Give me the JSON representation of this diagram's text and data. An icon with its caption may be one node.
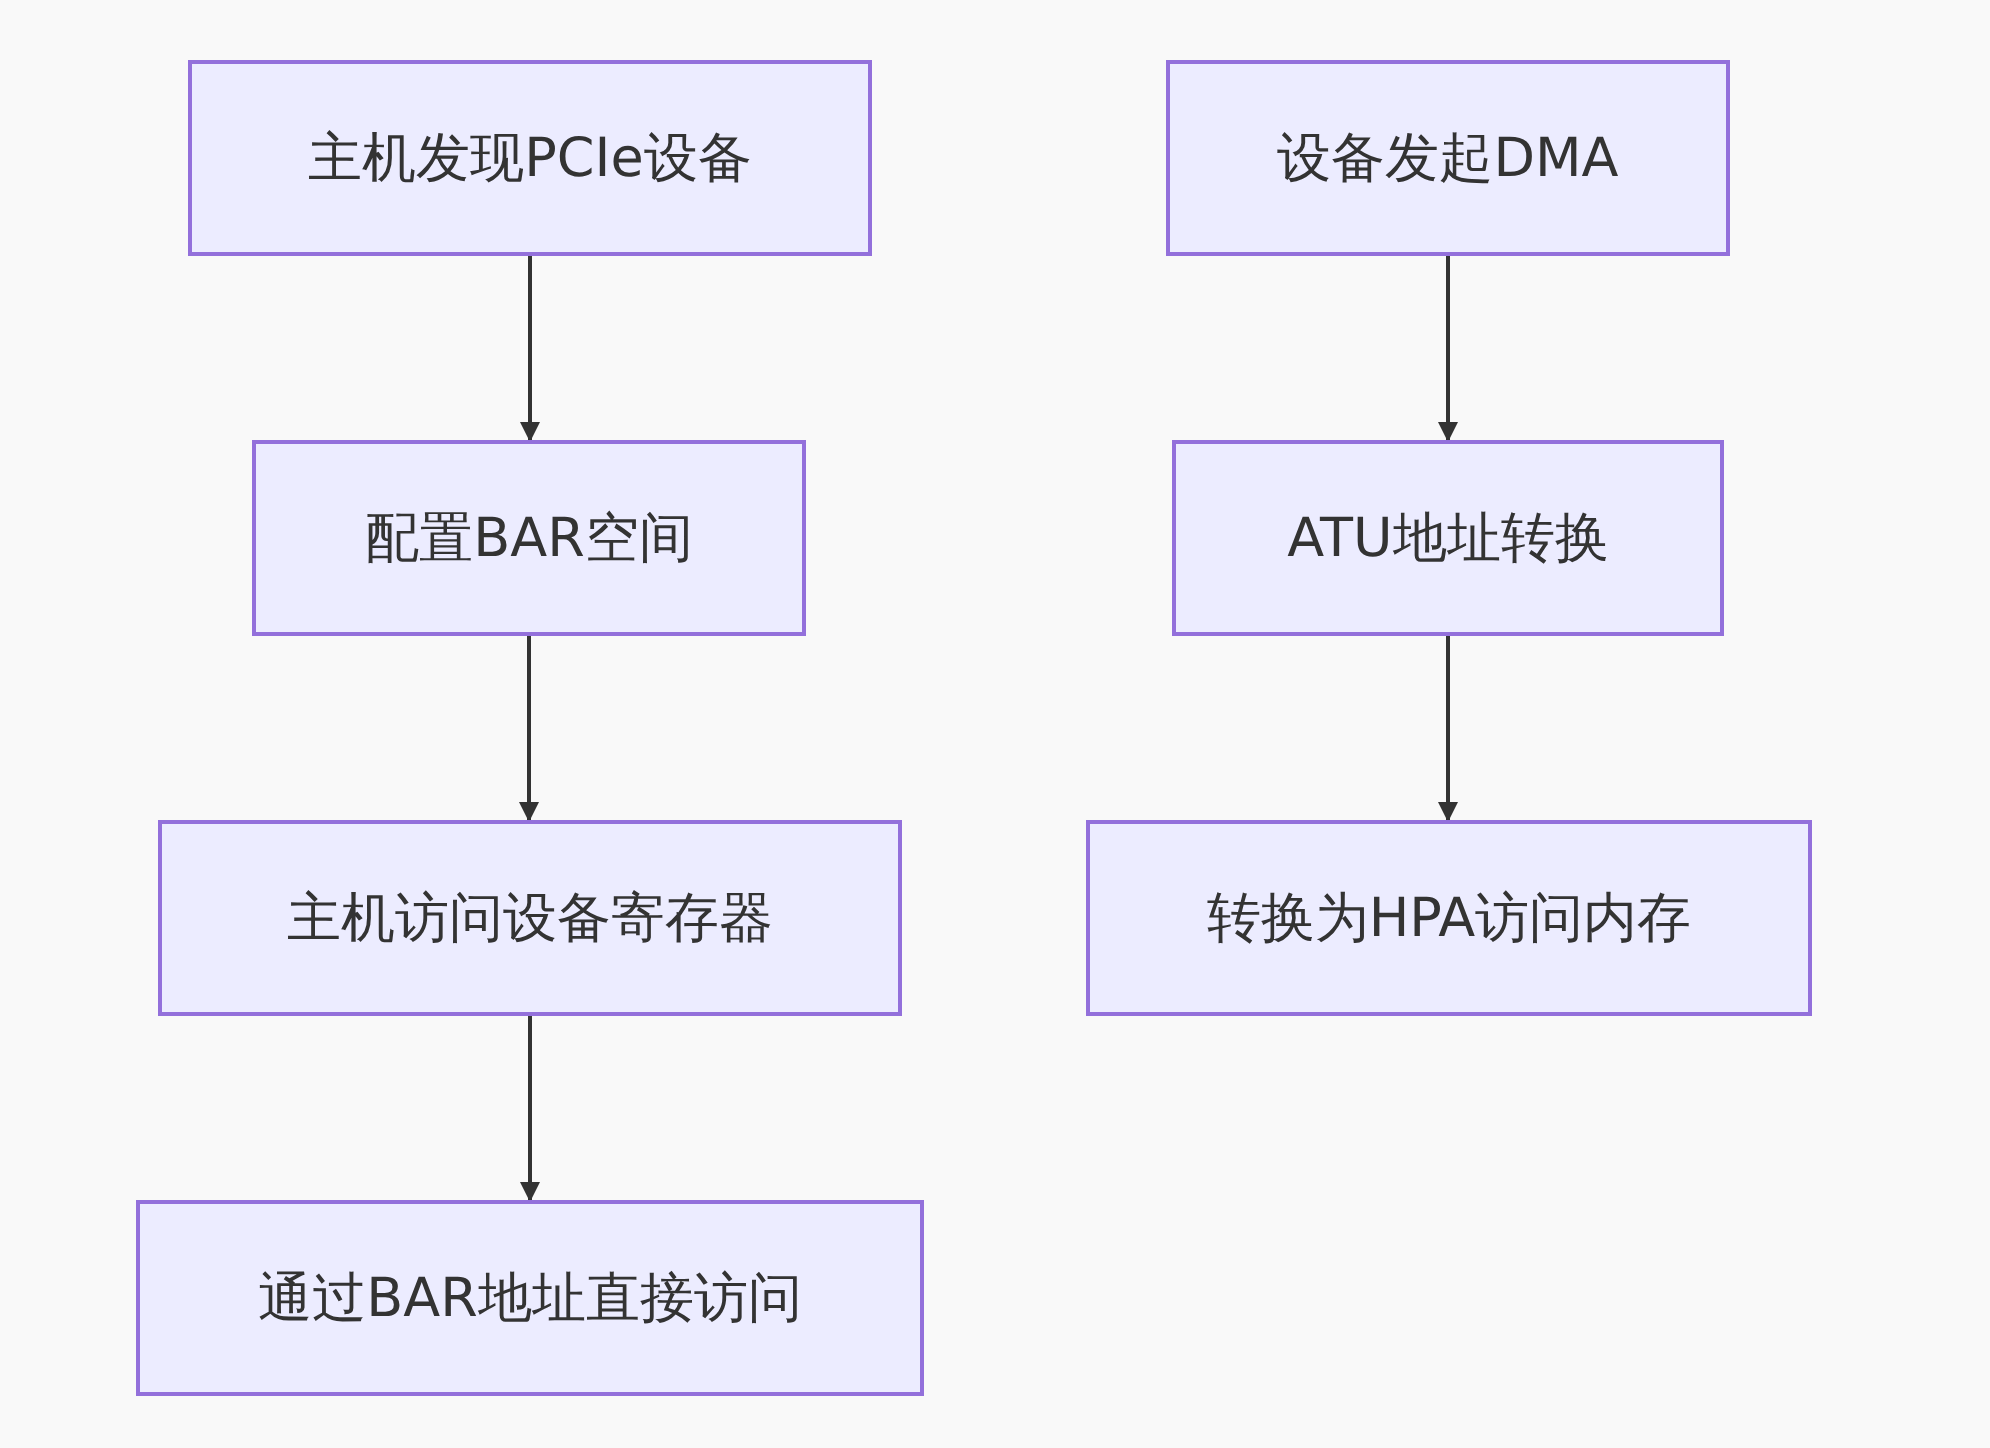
{
  "diagram": {
    "nodes": [
      {
        "text": [
          "主机发现PCIe设备"
        ]
      },
      {
        "text": [
          "配置BAR空间"
        ]
      },
      {
        "text": [
          "主机访问设备寄存器"
        ]
      },
      {
        "text": [
          "通过BAR地址直接访问"
        ]
      },
      {
        "text": [
          "设备发起DMA"
        ]
      },
      {
        "text": [
          "ATU地址转换"
        ]
      },
      {
        "text": [
          "转换为HPA访问内存"
        ]
      }
    ],
    "edges": [
      {
        "from": 0,
        "to": 1,
        "arrow": "to"
      },
      {
        "from": 1,
        "to": 2,
        "arrow": "to"
      },
      {
        "from": 2,
        "to": 3,
        "arrow": "to"
      },
      {
        "from": 4,
        "to": 5,
        "arrow": "to"
      },
      {
        "from": 5,
        "to": 6,
        "arrow": "to"
      }
    ]
  }
}
